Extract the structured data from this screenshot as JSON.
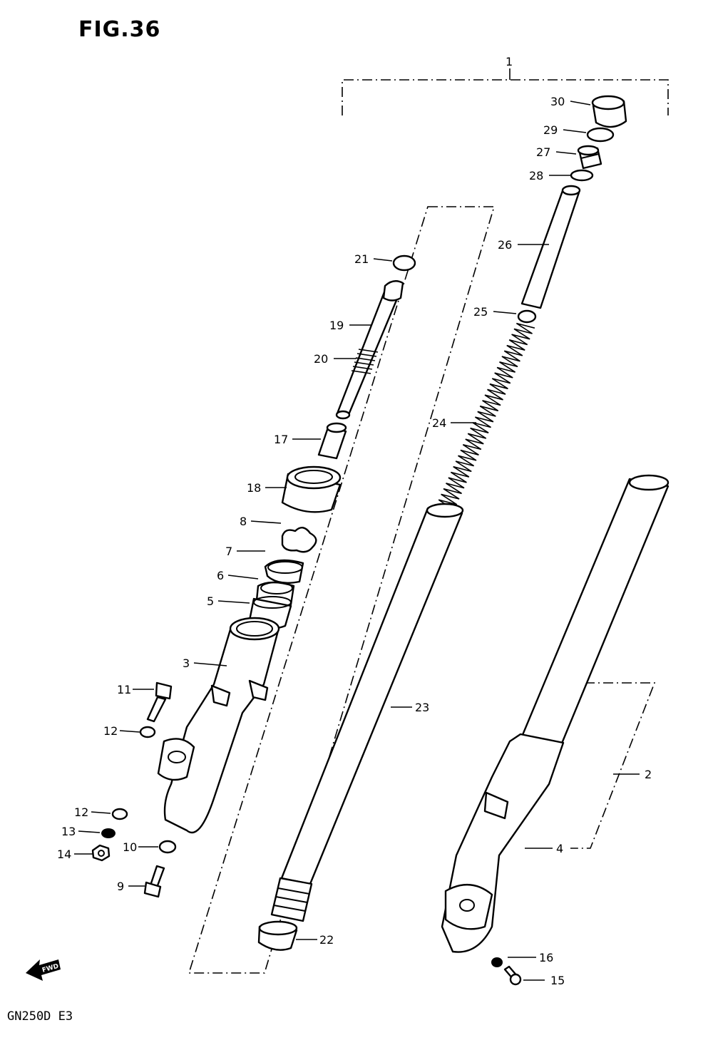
{
  "figure_title": "FIG.36",
  "model_code": "GN250D  E3",
  "fwd_label": "FWD",
  "callouts": {
    "p1": "1",
    "p2": "2",
    "p3": "3",
    "p4": "4",
    "p5": "5",
    "p6": "6",
    "p7": "7",
    "p8": "8",
    "p9": "9",
    "p10": "10",
    "p11": "11",
    "p12a": "12",
    "p12b": "12",
    "p13": "13",
    "p14": "14",
    "p15": "15",
    "p16": "16",
    "p17": "17",
    "p18": "18",
    "p19": "19",
    "p20": "20",
    "p21": "21",
    "p22": "22",
    "p23": "23",
    "p24": "24",
    "p25": "25",
    "p26": "26",
    "p27": "27",
    "p28": "28",
    "p29": "29",
    "p30": "30"
  }
}
